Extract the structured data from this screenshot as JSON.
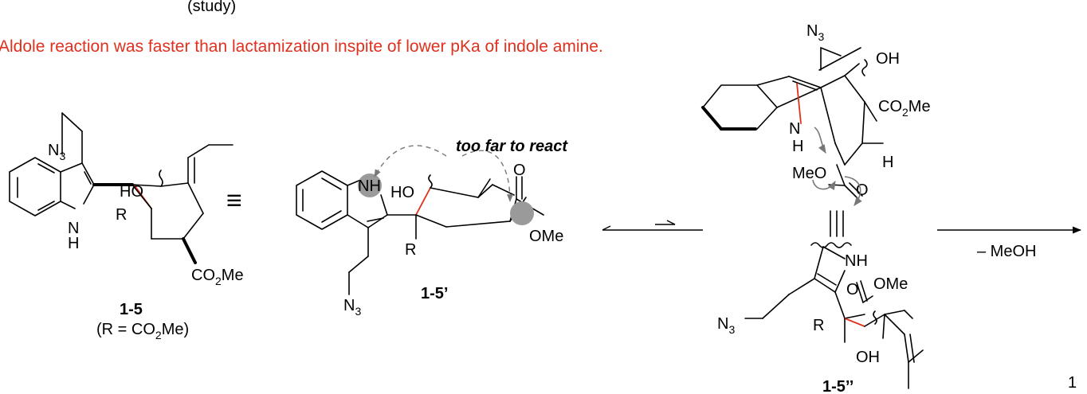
{
  "header": {
    "fragment": "(study)",
    "note": "Aldole reaction was faster than lactamization inspite of lower pKa of indole amine.",
    "note_color": "#e0301e"
  },
  "annotation": {
    "too_far": "too far to react"
  },
  "compounds": {
    "c1": {
      "label": "1-5",
      "sub_label": "(R = CO",
      "sub_label_sub": "2",
      "sub_label_end": "Me)"
    },
    "c2": {
      "label": "1-5’"
    },
    "c3": {
      "label": "1-5’’"
    }
  },
  "atoms": {
    "n": "N",
    "n3_sub": "3",
    "h": "H",
    "ho": "HO",
    "oh": "OH",
    "r": "R",
    "co": "CO",
    "two": "2",
    "me": "Me",
    "nh": "NH",
    "o": "O",
    "ome": "OMe",
    "meo": "MeO",
    "equiv": "≡"
  },
  "reaction": {
    "reagent": "– MeOH"
  },
  "page_number": "1",
  "colors": {
    "red_bond": "#e0301e",
    "highlight": "#9a9a9a",
    "curved_arrow": "#777777"
  }
}
